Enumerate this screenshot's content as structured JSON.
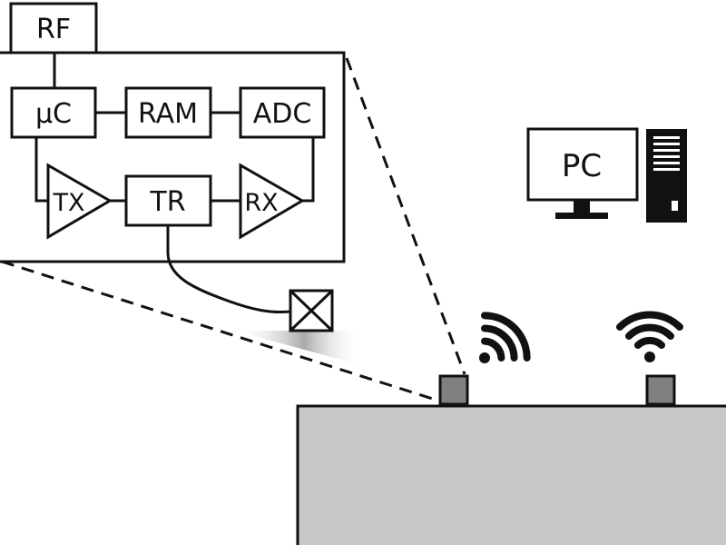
{
  "diagram": {
    "blocks": {
      "rf": "RF",
      "uc": "µC",
      "ram": "RAM",
      "adc": "ADC",
      "tx": "TX",
      "tr": "TR",
      "rx": "RX"
    },
    "pc": {
      "label": "PC"
    }
  },
  "colors": {
    "ink": "#111111",
    "structure_fill": "#c8c8c8",
    "sensor_fill": "#808080",
    "background": "#ffffff"
  }
}
